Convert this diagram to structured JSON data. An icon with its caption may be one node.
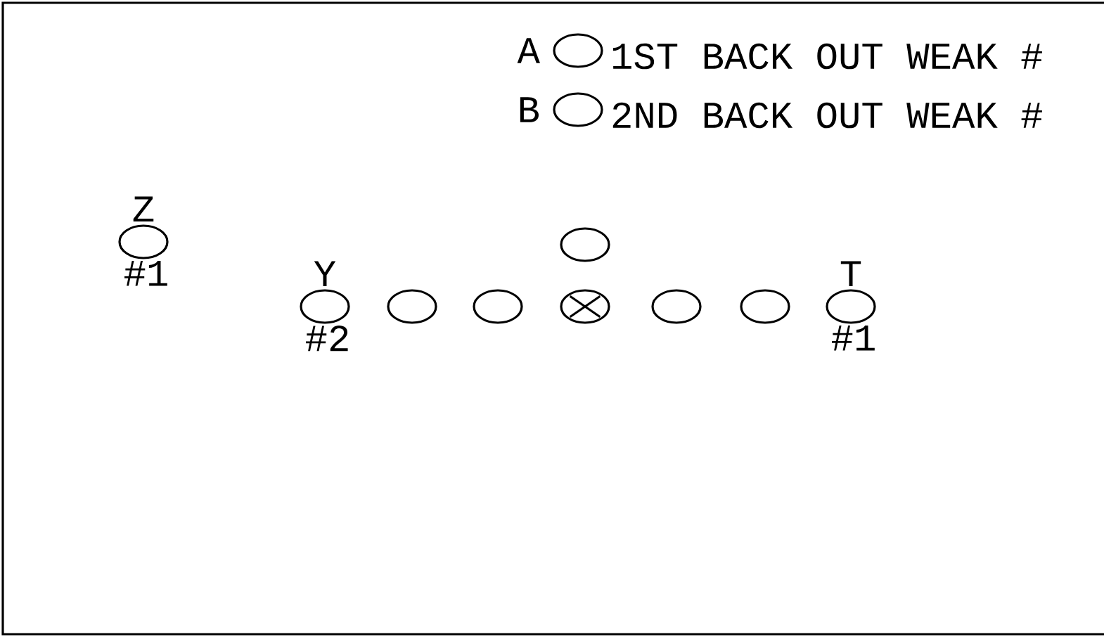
{
  "diagram": {
    "nodes": [
      {
        "text": [
          "A"
        ],
        "beside": [
          "1ST BACK OUT WEAK #"
        ]
      },
      {
        "text": [
          "B"
        ],
        "beside": [
          "2ND BACK OUT WEAK #"
        ]
      },
      {
        "text": [
          "Z"
        ],
        "beside": [
          "#1"
        ]
      },
      {
        "text": [],
        "shape": "circle"
      },
      {
        "text": [
          "Y"
        ],
        "beside": [
          "#2"
        ]
      },
      {
        "text": [],
        "shape": "circle"
      },
      {
        "text": [],
        "shape": "circle"
      },
      {
        "text": [],
        "shape": "crossed"
      },
      {
        "text": [],
        "shape": "circle"
      },
      {
        "text": [],
        "shape": "circle"
      },
      {
        "text": [
          "T"
        ],
        "beside": [
          "#1"
        ]
      }
    ],
    "edges": []
  }
}
